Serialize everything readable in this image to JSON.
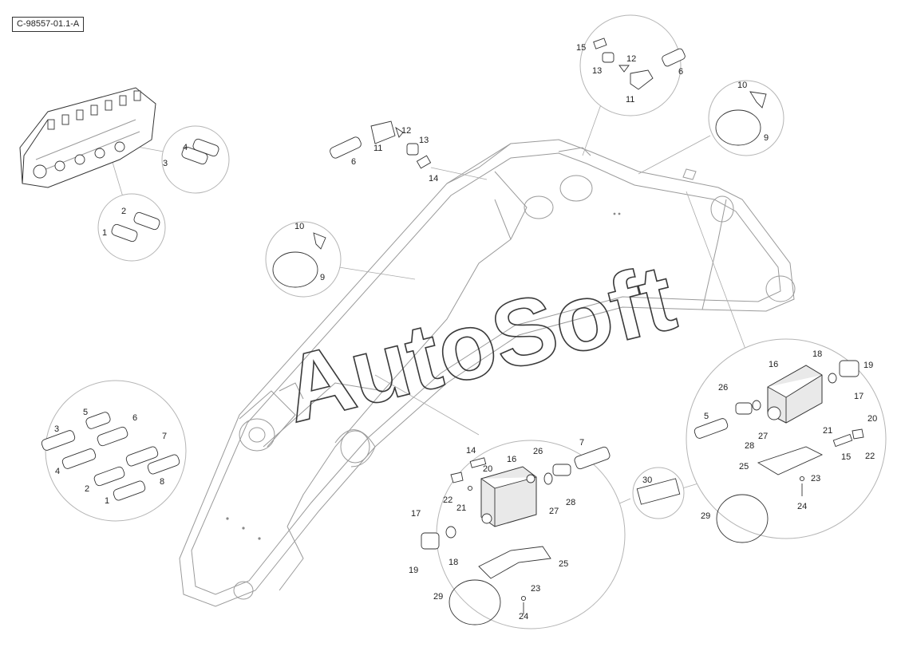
{
  "reference_code": "C-98557-01.1-A",
  "watermark": "AutoSoft",
  "callouts": {
    "top_circle": [
      "15",
      "13",
      "12",
      "11",
      "6"
    ],
    "upper_mid_parts": [
      "6",
      "11",
      "12",
      "13",
      "14"
    ],
    "clamp_top_right": [
      "10",
      "9"
    ],
    "clamp_mid_left": [
      "10",
      "9"
    ],
    "valve_left_circle": [
      "4",
      "3"
    ],
    "valve_lower_circle": [
      "2",
      "1"
    ],
    "left_circle": [
      "5",
      "3",
      "6",
      "4",
      "7",
      "2",
      "8",
      "1"
    ],
    "bottom_center": [
      "14",
      "20",
      "16",
      "26",
      "7",
      "22",
      "21",
      "27",
      "28",
      "17",
      "18",
      "19",
      "25",
      "29",
      "23",
      "24"
    ],
    "small_circle": [
      "30"
    ],
    "right_circle": [
      "18",
      "16",
      "19",
      "26",
      "17",
      "5",
      "20",
      "28",
      "27",
      "21",
      "15",
      "22",
      "25",
      "23",
      "29",
      "24"
    ]
  }
}
